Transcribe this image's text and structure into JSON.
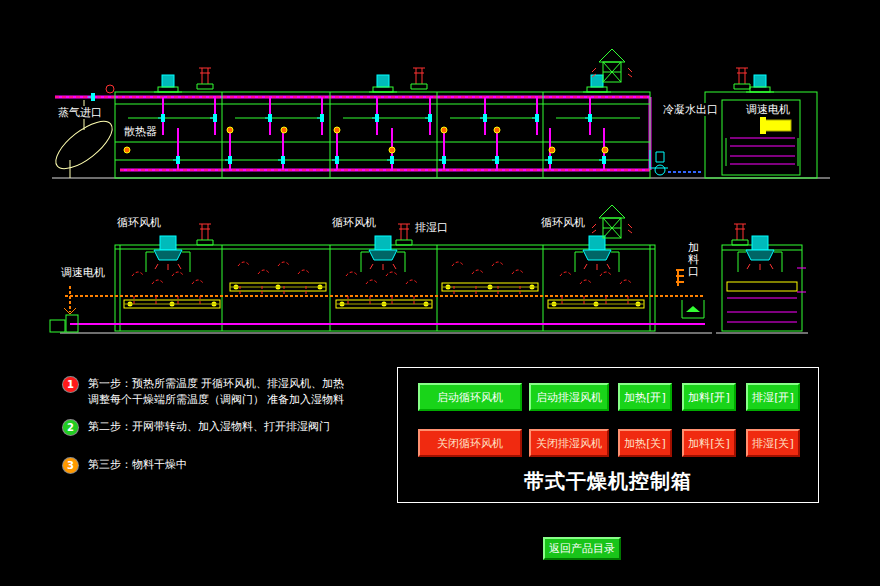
{
  "diagram": {
    "nodes": [
      {
        "text": [
          "1",
          "第一步：预热所需温度 开循环风机、排湿风机、加热 调整每个干燥端所需温度（调阀门） 准备加入湿物料"
        ]
      },
      {
        "text": [
          "2",
          "第二步：开网带转动、加入湿物料、打开排湿阀门"
        ]
      },
      {
        "text": [
          "3",
          "第三步：物料干燥中"
        ]
      },
      {
        "text": [
          "带式干燥机控制箱"
        ]
      },
      {
        "text": [
          "启动循环风机"
        ],
        "in": 3
      },
      {
        "text": [
          "启动排湿风机"
        ],
        "in": 3
      },
      {
        "text": [
          "加热[开]"
        ],
        "in": 3
      },
      {
        "text": [
          "加料[开]"
        ],
        "in": 3
      },
      {
        "text": [
          "排湿[开]"
        ],
        "in": 3
      },
      {
        "text": [
          "关闭循环风机"
        ],
        "in": 3
      },
      {
        "text": [
          "关闭排湿风机"
        ],
        "in": 3
      },
      {
        "text": [
          "加热[关]"
        ],
        "in": 3
      },
      {
        "text": [
          "加料[关]"
        ],
        "in": 3
      },
      {
        "text": [
          "排湿[关]"
        ],
        "in": 3
      },
      {
        "text": [
          "返回产品目录"
        ]
      }
    ],
    "labels": [
      "蒸气进口",
      "散热器",
      "冷凝水出口",
      "调速电机",
      "循环风机",
      "循环风机",
      "排湿口",
      "循环风机",
      "加料口",
      "调速电机"
    ]
  }
}
